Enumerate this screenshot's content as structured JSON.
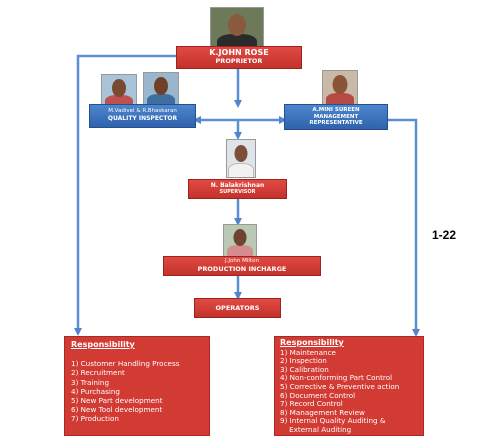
{
  "colors": {
    "red": "#d23a34",
    "blue": "#3a70bd",
    "connector": "#5b8fd4",
    "text": "#ffffff"
  },
  "page_number": "1-22",
  "proprietor": {
    "name": "K.JOHN ROSE",
    "title": "PROPRIETOR"
  },
  "quality": {
    "name": "M.Vadivel & R.Bhaskaran",
    "title": "QUALITY INSPECTOR"
  },
  "management": {
    "name": "A.MINI SUREEN",
    "title_line1": "MANAGEMENT",
    "title_line2": "REPRESENTATIVE"
  },
  "supervisor": {
    "name": "N. Balakrishnan",
    "title": "SUPERVISOR"
  },
  "production": {
    "name": "J.John Milton",
    "title": "PRODUCTION INCHARGE"
  },
  "operators": {
    "label": "OPERATORS"
  },
  "left_panel": {
    "heading": "Responsibility",
    "items": [
      "1) Customer Handling Process",
      "2) Recruitment",
      "3) Training",
      "4) Purchasing",
      "5) New Part development",
      "6) New Tool development",
      "7) Production"
    ]
  },
  "right_panel": {
    "heading": "Responsibility",
    "items": [
      "1) Maintenance",
      "2) Inspection",
      "3) Calibration",
      "4) Non-conforming Part Control",
      "5) Corrective & Preventive action",
      "6) Document Control",
      "7) Record Control",
      "8) Management Review",
      "9) Internal Quality Auditing &",
      "    External Auditing"
    ]
  }
}
